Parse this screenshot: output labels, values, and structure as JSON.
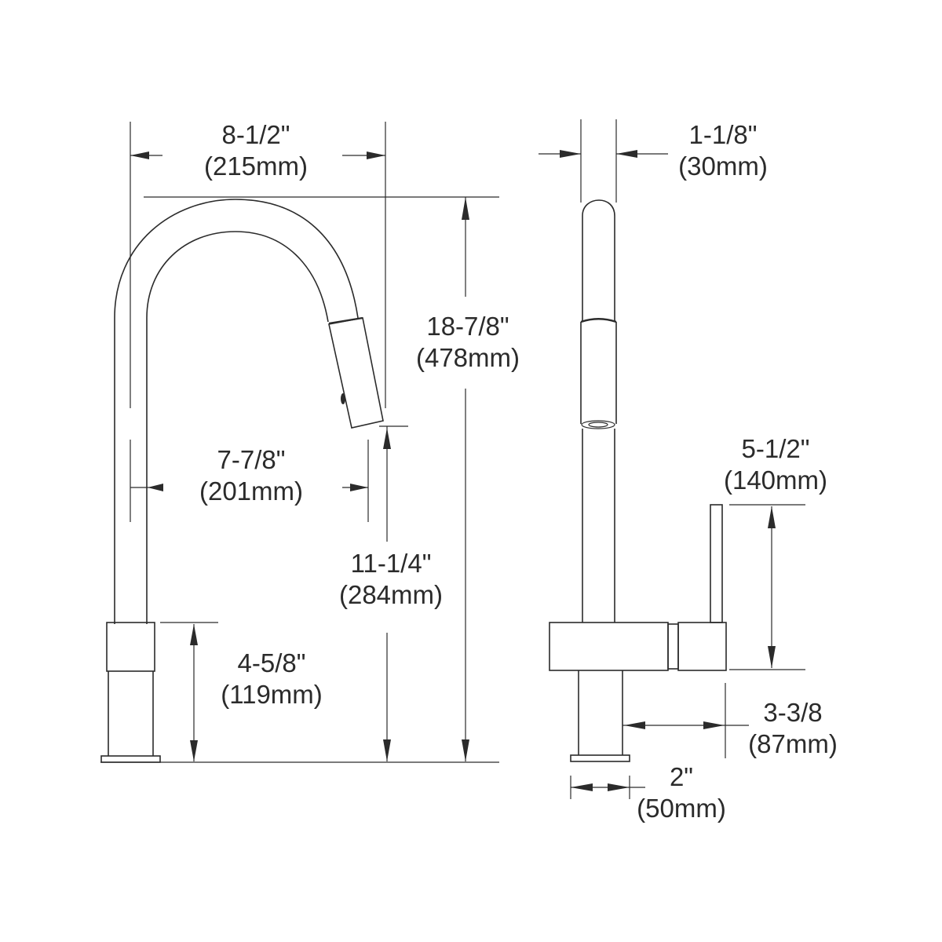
{
  "diagram": {
    "subject": "Pull-down kitchen faucet dimension drawing",
    "views": [
      "front-view",
      "side-view"
    ],
    "line_color": "#2b2b2b",
    "background": "#ffffff"
  },
  "front_view": {
    "spout_reach": {
      "imperial": "8-1/2\"",
      "metric": "(215mm)"
    },
    "overall_height": {
      "imperial": "18-7/8\"",
      "metric": "(478mm)"
    },
    "spout_to_center": {
      "imperial": "7-7/8\"",
      "metric": "(201mm)"
    },
    "spout_clearance": {
      "imperial": "11-1/4\"",
      "metric": "(284mm)"
    },
    "base_height": {
      "imperial": "4-5/8\"",
      "metric": "(119mm)"
    }
  },
  "side_view": {
    "spout_diameter": {
      "imperial": "1-1/8\"",
      "metric": "(30mm)"
    },
    "handle_height": {
      "imperial": "5-1/2\"",
      "metric": "(140mm)"
    },
    "handle_projection": {
      "imperial": "3-3/8",
      "metric": "(87mm)"
    },
    "base_diameter": {
      "imperial": "2\"",
      "metric": "(50mm)"
    }
  }
}
